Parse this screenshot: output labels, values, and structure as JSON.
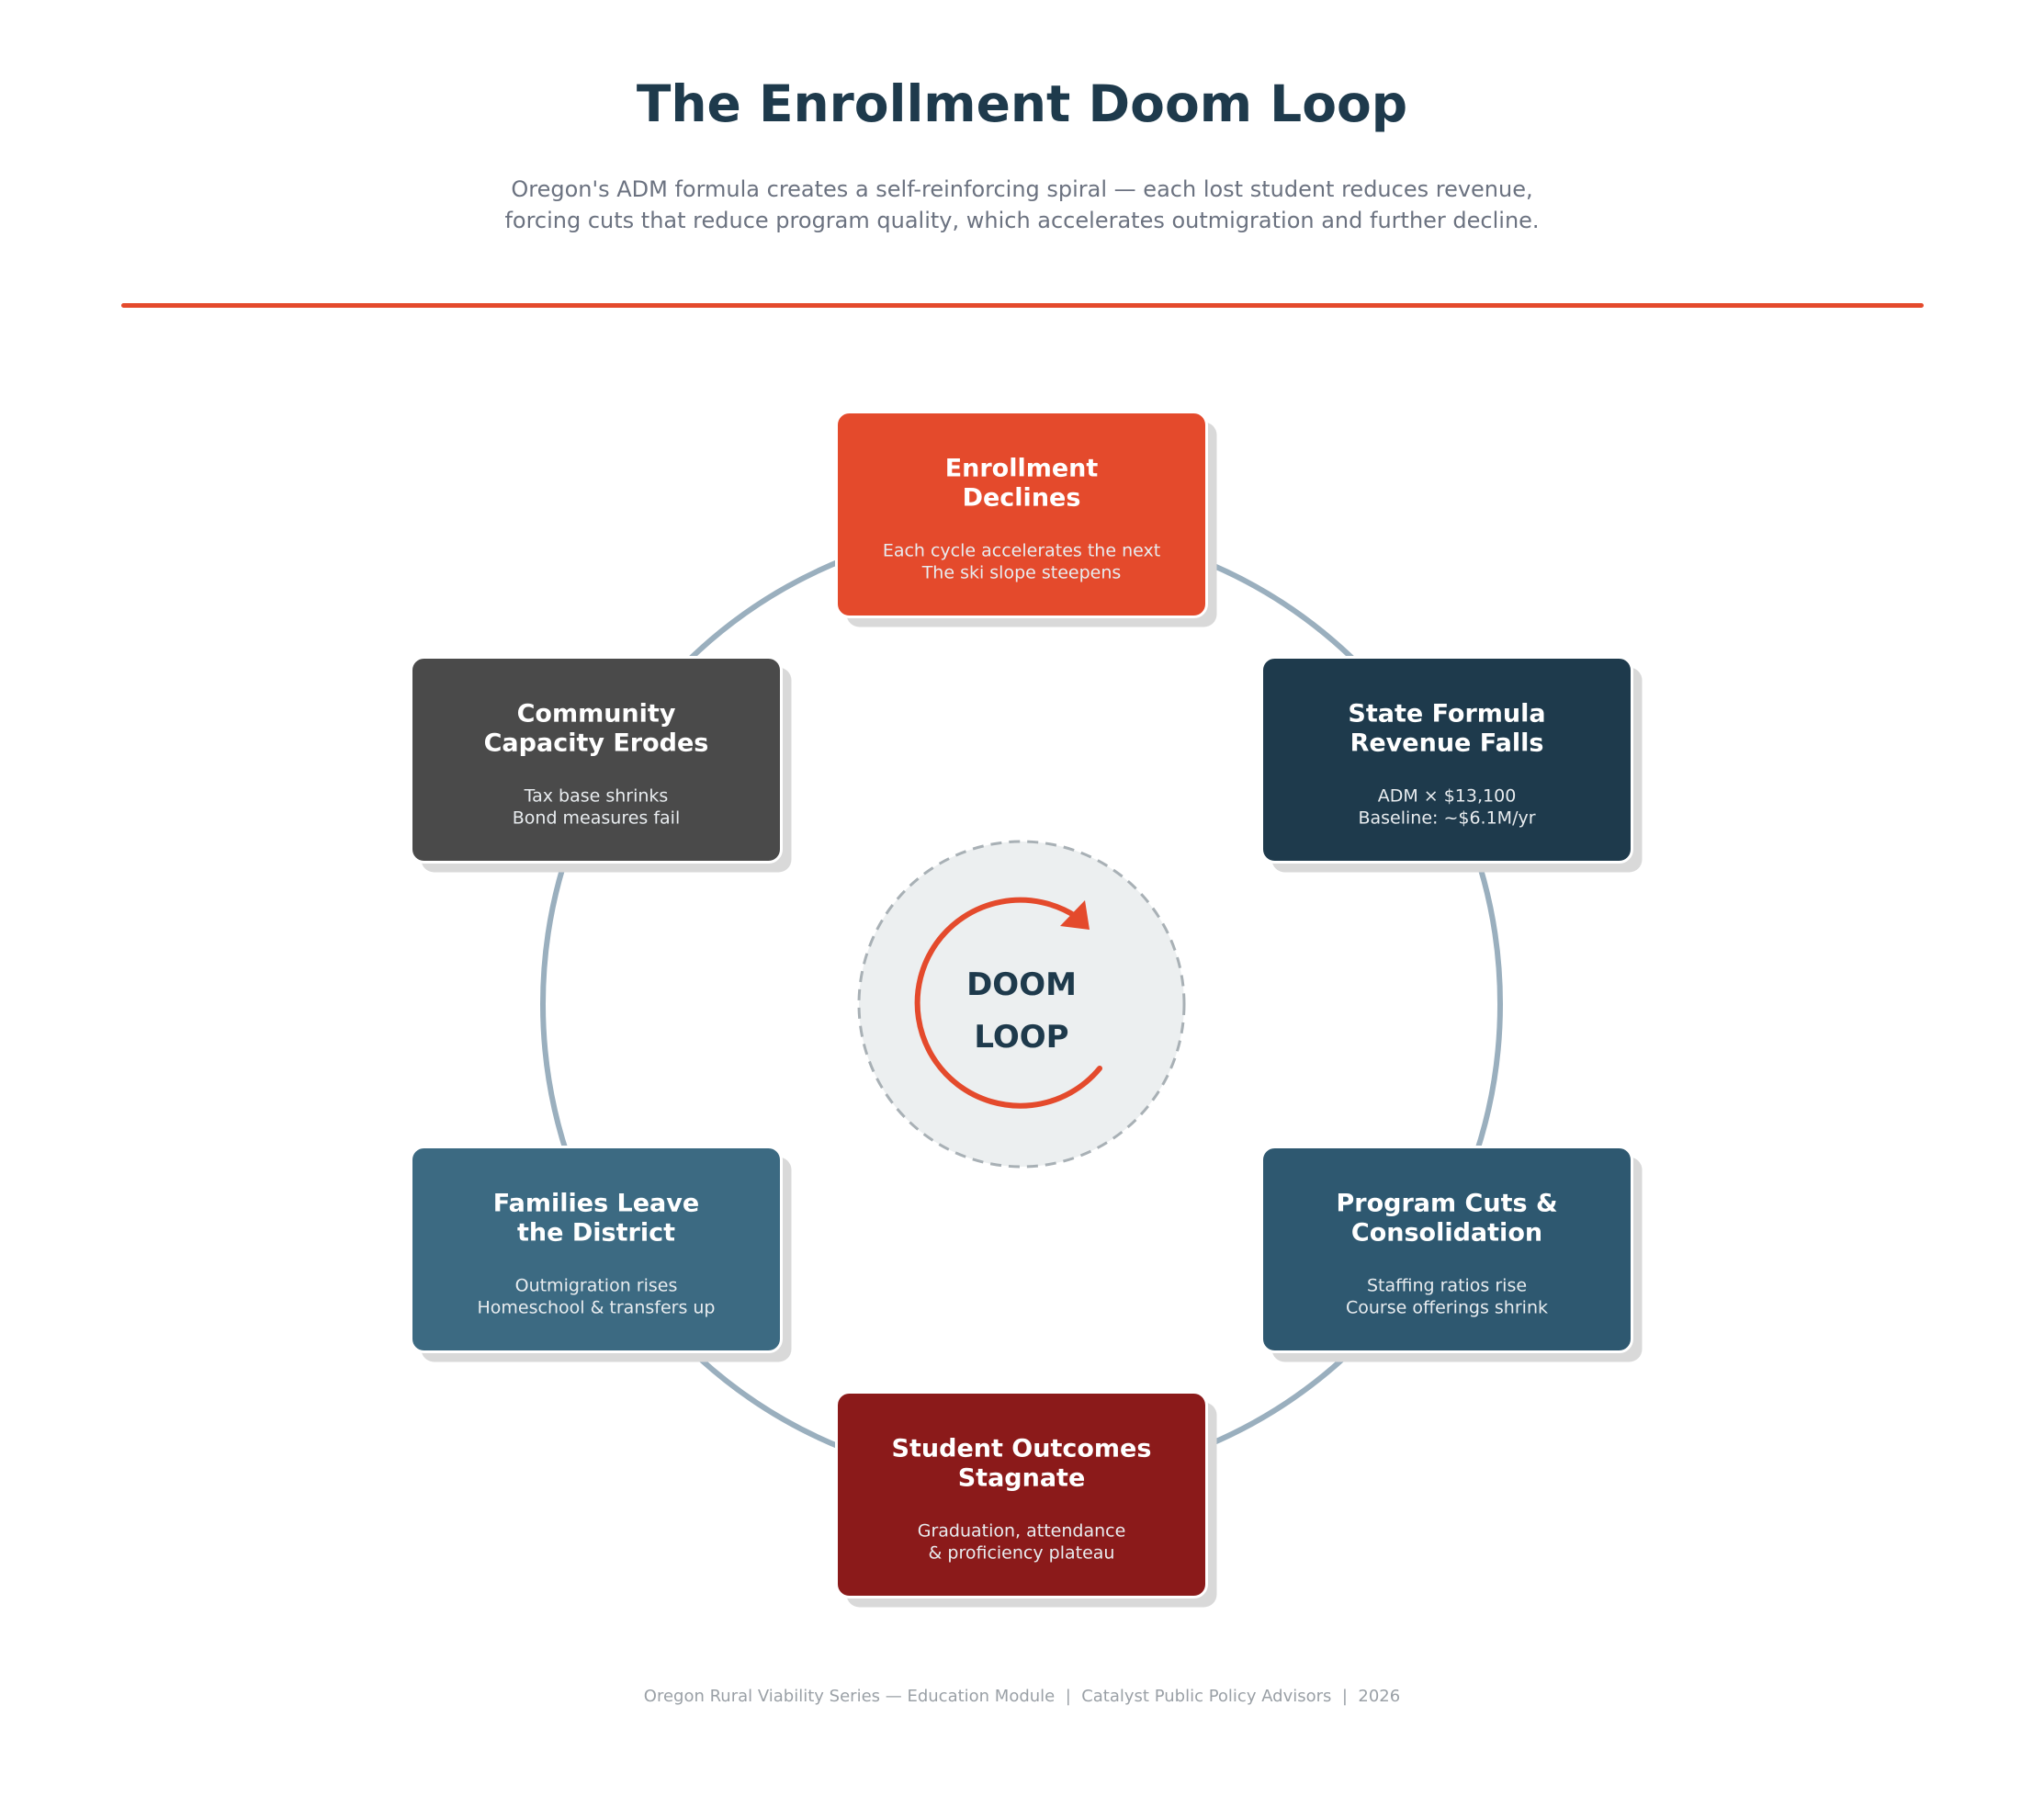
{
  "header": {
    "title": "The Enrollment Doom Loop",
    "subtitle_line1": "Oregon's ADM formula creates a self-reinforcing spiral — each lost student reduces revenue,",
    "subtitle_line2": "forcing cuts that reduce program quality, which accelerates outmigration and further decline."
  },
  "colors": {
    "accent": "#e44a2c",
    "title": "#1e3a4c",
    "ring": "#9aafbe",
    "center_fill": "#eceff0"
  },
  "center": {
    "line1": "DOOM",
    "line2": "LOOP",
    "icon": "cycle-arrow-icon"
  },
  "nodes": [
    {
      "id": "enrollment-declines",
      "title": [
        "Enrollment",
        "Declines"
      ],
      "desc": [
        "Each cycle accelerates the next",
        "The ski slope steepens"
      ],
      "color": "#e44a2c"
    },
    {
      "id": "state-formula-revenue-falls",
      "title": [
        "State Formula",
        "Revenue Falls"
      ],
      "desc": [
        "ADM × $13,100",
        "Baseline: ~$6.1M/yr"
      ],
      "color": "#1e3a4c"
    },
    {
      "id": "program-cuts-consolidation",
      "title": [
        "Program Cuts &",
        "Consolidation"
      ],
      "desc": [
        "Staffing ratios rise",
        "Course offerings shrink"
      ],
      "color": "#2e5870"
    },
    {
      "id": "student-outcomes-stagnate",
      "title": [
        "Student Outcomes",
        "Stagnate"
      ],
      "desc": [
        "Graduation, attendance",
        "& proficiency plateau"
      ],
      "color": "#8b1a1a"
    },
    {
      "id": "families-leave-district",
      "title": [
        "Families Leave",
        "the District"
      ],
      "desc": [
        "Outmigration rises",
        "Homeschool & transfers up"
      ],
      "color": "#3c6a82"
    },
    {
      "id": "community-capacity-erodes",
      "title": [
        "Community",
        "Capacity Erodes"
      ],
      "desc": [
        "Tax base shrinks",
        "Bond measures fail"
      ],
      "color": "#4a4a4a"
    }
  ],
  "footer": {
    "text": "Oregon Rural Viability Series — Education Module  |  Catalyst Public Policy Advisors  |  2026"
  }
}
